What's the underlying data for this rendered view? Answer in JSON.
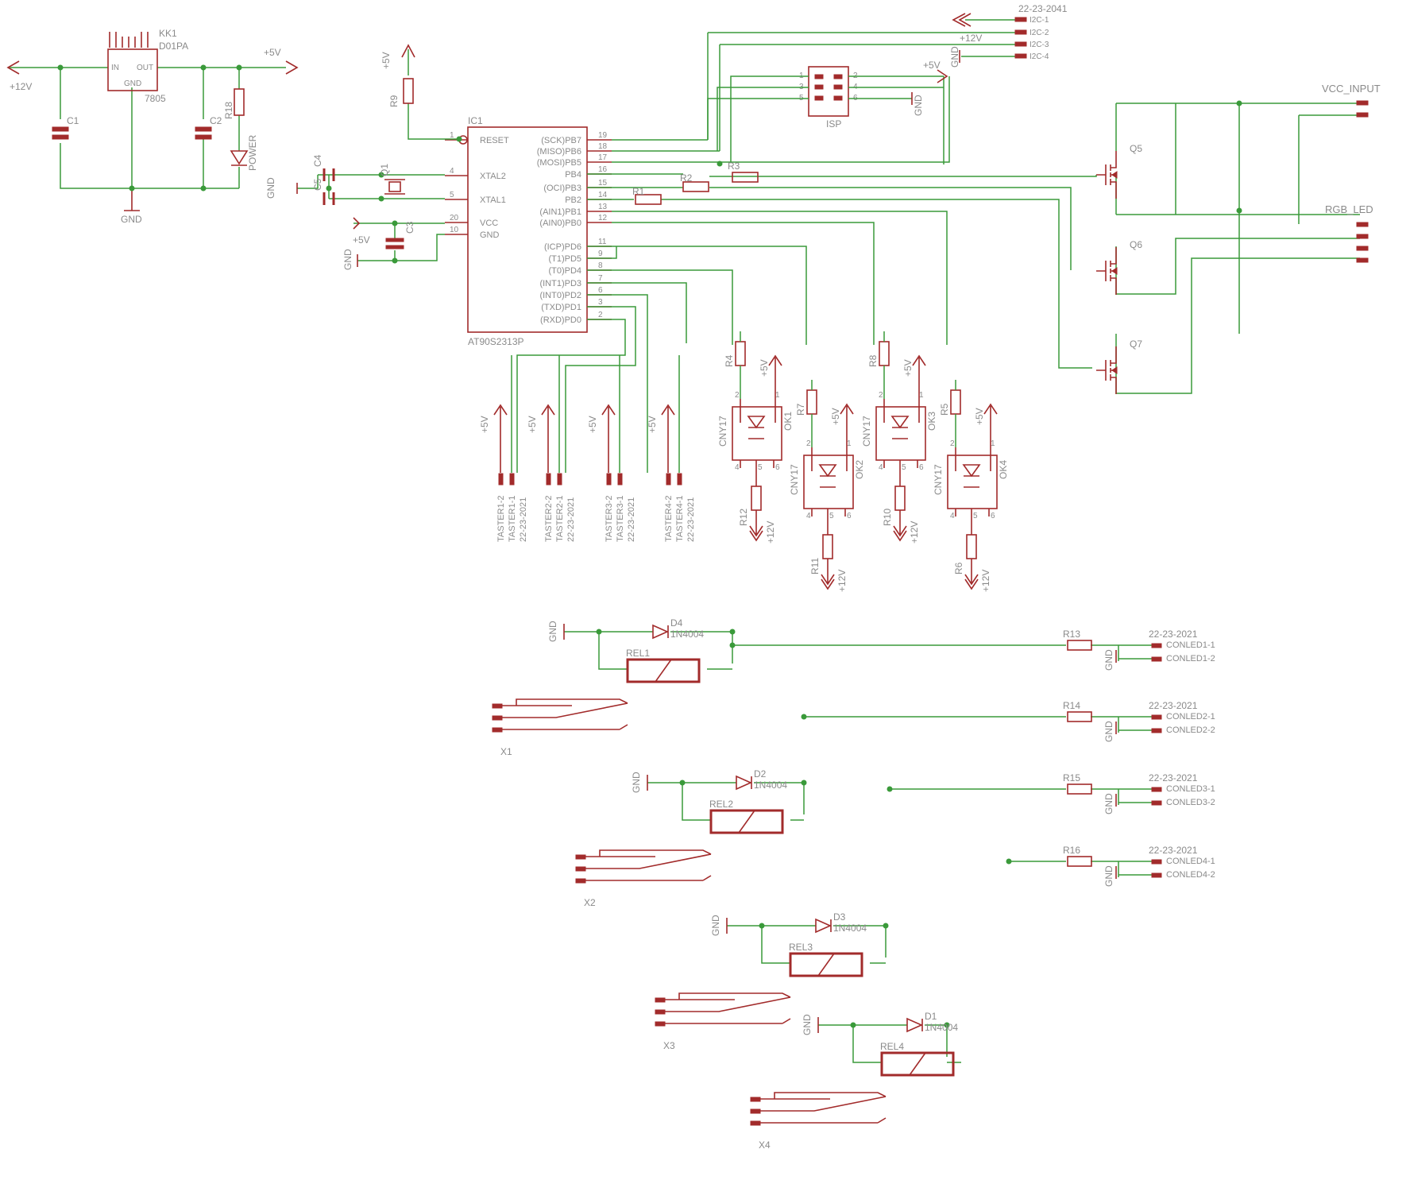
{
  "colors": {
    "wire": "#3a9a3a",
    "part": "#a22b2b",
    "text": "#8a8a8a",
    "background": "#ffffff"
  },
  "regulator": {
    "name": "KK1",
    "value": "D01PA",
    "in": "IN",
    "out": "OUT",
    "gnd": "GND",
    "type": "7805"
  },
  "supply": {
    "p12": "+12V",
    "p5": "+5V",
    "gnd": "GND",
    "c1": "C1",
    "c2": "C2",
    "r18": "R18",
    "led": "POWER"
  },
  "mcu": {
    "name": "IC1",
    "type": "AT90S2313P",
    "left_pins": [
      {
        "num": "1",
        "label": "RESET"
      },
      {
        "num": "4",
        "label": "XTAL2"
      },
      {
        "num": "5",
        "label": "XTAL1"
      },
      {
        "num": "20",
        "label": "VCC"
      },
      {
        "num": "10",
        "label": "GND"
      }
    ],
    "right_pins": [
      {
        "num": "19",
        "label": "(SCK)PB7"
      },
      {
        "num": "18",
        "label": "(MISO)PB6"
      },
      {
        "num": "17",
        "label": "(MOSI)PB5"
      },
      {
        "num": "16",
        "label": "PB4"
      },
      {
        "num": "15",
        "label": "(OCI)PB3"
      },
      {
        "num": "14",
        "label": "PB2"
      },
      {
        "num": "13",
        "label": "(AIN1)PB1"
      },
      {
        "num": "12",
        "label": "(AIN0)PB0"
      },
      {
        "num": "11",
        "label": "(ICP)PD6"
      },
      {
        "num": "9",
        "label": "(T1)PD5"
      },
      {
        "num": "8",
        "label": "(T0)PD4"
      },
      {
        "num": "7",
        "label": "(INT1)PD3"
      },
      {
        "num": "6",
        "label": "(INT0)PD2"
      },
      {
        "num": "3",
        "label": "(TXD)PD1"
      },
      {
        "num": "2",
        "label": "(RXD)PD0"
      }
    ]
  },
  "crystal": {
    "q1": "Q1",
    "c3": "C3",
    "c4": "C4",
    "c5": "C5",
    "r9": "R9",
    "gnd": "GND",
    "p5": "+5V"
  },
  "isp": {
    "name": "ISP",
    "pins": [
      "1",
      "2",
      "3",
      "4",
      "5",
      "6"
    ],
    "gnd": "GND"
  },
  "i2c": {
    "header": "22-23-2041",
    "pins": [
      "I2C-1",
      "I2C-2",
      "I2C-3",
      "I2C-4"
    ],
    "p12": "+12V",
    "p5": "+5V",
    "gnd": "GND"
  },
  "rgb": {
    "vcc_input": "VCC_INPUT",
    "rgb_led": "RGB_LED",
    "mosfets": [
      "Q5",
      "Q6",
      "Q7"
    ],
    "r1": "R1",
    "r2": "R2",
    "r3": "R3"
  },
  "taster_conns": [
    {
      "pin2": "TASTER1-2",
      "pin1": "TASTER1-1",
      "type": "22-23-2021"
    },
    {
      "pin2": "TASTER2-2",
      "pin1": "TASTER2-1",
      "type": "22-23-2021"
    },
    {
      "pin2": "TASTER3-2",
      "pin1": "TASTER3-1",
      "type": "22-23-2021"
    },
    {
      "pin2": "TASTER4-2",
      "pin1": "TASTER4-1",
      "type": "22-23-2021"
    }
  ],
  "optos": [
    {
      "name": "OK1",
      "type": "CNY17",
      "rin": "R4",
      "rout": "R12"
    },
    {
      "name": "OK2",
      "type": "CNY17",
      "rin": "R7",
      "rout": "R11"
    },
    {
      "name": "OK3",
      "type": "CNY17",
      "rin": "R8",
      "rout": "R10"
    },
    {
      "name": "OK4",
      "type": "CNY17",
      "rin": "R5",
      "rout": "R6"
    }
  ],
  "opto_pins": [
    "1",
    "2",
    "4",
    "5",
    "6"
  ],
  "relays": [
    {
      "rel": "REL1",
      "diode": "D4",
      "dtype": "1N4004",
      "conn": "X1"
    },
    {
      "rel": "REL2",
      "diode": "D2",
      "dtype": "1N4004",
      "conn": "X2"
    },
    {
      "rel": "REL3",
      "diode": "D3",
      "dtype": "1N4004",
      "conn": "X3"
    },
    {
      "rel": "REL4",
      "diode": "D1",
      "dtype": "1N4004",
      "conn": "X4"
    }
  ],
  "conleds": [
    {
      "r": "R13",
      "type": "22-23-2021",
      "p1": "CONLED1-1",
      "p2": "CONLED1-2"
    },
    {
      "r": "R14",
      "type": "22-23-2021",
      "p1": "CONLED2-1",
      "p2": "CONLED2-2"
    },
    {
      "r": "R15",
      "type": "22-23-2021",
      "p1": "CONLED3-1",
      "p2": "CONLED3-2"
    },
    {
      "r": "R16",
      "type": "22-23-2021",
      "p1": "CONLED4-1",
      "p2": "CONLED4-2"
    }
  ]
}
